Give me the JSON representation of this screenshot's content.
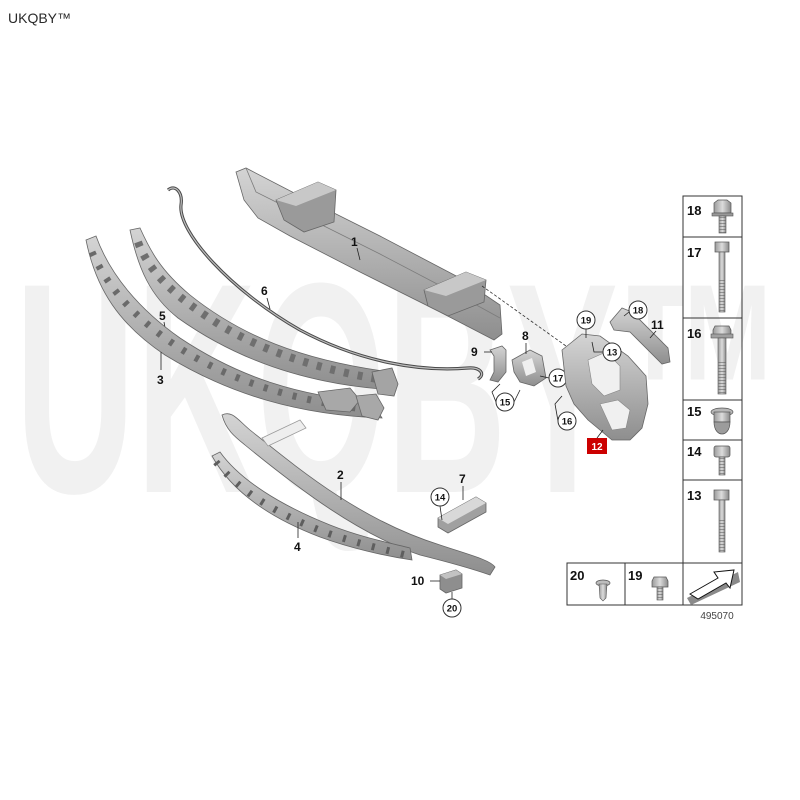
{
  "brand": "UKQBY™",
  "watermark": "UKQBY™",
  "parts": {
    "p1": "1",
    "p2": "2",
    "p3": "3",
    "p4": "4",
    "p5": "5",
    "p6": "6",
    "p7": "7",
    "p8": "8",
    "p9": "9",
    "p10": "10",
    "p11": "11",
    "p12": "12"
  },
  "callouts": {
    "c19": "19",
    "c18": "18",
    "c13": "13",
    "c17": "17",
    "c15": "15",
    "c16": "16",
    "c14": "14",
    "c20": "20"
  },
  "fastener_table": {
    "rows": [
      {
        "label": "18",
        "icon": "hex-bolt-short-icon"
      },
      {
        "label": "17",
        "icon": "bolt-long-icon"
      },
      {
        "label": "16",
        "icon": "flange-bolt-icon"
      },
      {
        "label": "15",
        "icon": "washer-nut-icon"
      },
      {
        "label": "14",
        "icon": "bolt-short-icon"
      },
      {
        "label": "13",
        "icon": "bolt-medium-icon"
      }
    ]
  },
  "bottom_table": {
    "cells": [
      {
        "label": "20",
        "icon": "rivet-icon"
      },
      {
        "label": "19",
        "icon": "screw-icon"
      }
    ],
    "arrow_icon": "direction-arrow-icon"
  },
  "figure_number": "495070",
  "colors": {
    "highlight": "#cc0000",
    "part_light": "#d2d2d2",
    "part_dark": "#8c8c8c",
    "watermark": "#f1f1f1"
  }
}
